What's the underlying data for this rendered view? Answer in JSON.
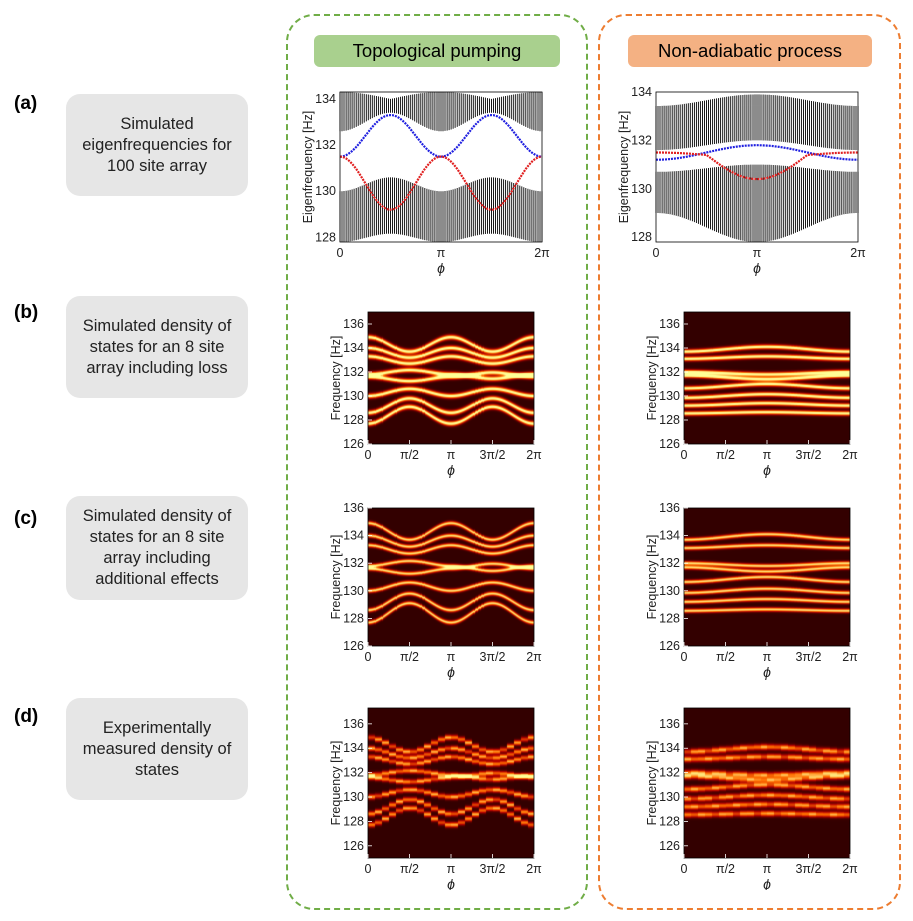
{
  "columns": {
    "left": {
      "title": "Topological pumping",
      "title_bg": "#a9d08e",
      "frame_color": "#70ad47"
    },
    "right": {
      "title": "Non-adiabatic process",
      "title_bg": "#f4b183",
      "frame_color": "#ed7d31"
    }
  },
  "rows": [
    {
      "label": "(a)",
      "description": "Simulated eigenfrequencies for 100 site array"
    },
    {
      "label": "(b)",
      "description": "Simulated density of states for an 8 site array including loss"
    },
    {
      "label": "(c)",
      "description": "Simulated density of states for an 8 site array including additional effects"
    },
    {
      "label": "(d)",
      "description": "Experimentally measured density of states"
    }
  ],
  "axes": {
    "x_label": "ϕ",
    "a_ylabel": "Eigenfrequency [Hz]",
    "dos_ylabel": "Frequency [Hz]",
    "a_xticks": [
      "0",
      "π",
      "2π"
    ],
    "dos_xticks": [
      "0",
      "π/2",
      "π",
      "3π/2",
      "2π"
    ],
    "a_yticks": [
      "128",
      "130",
      "132",
      "134"
    ],
    "dos_yticks": [
      "126",
      "128",
      "130",
      "132",
      "134",
      "136"
    ],
    "c_yticks": [
      "126",
      "128",
      "130",
      "132",
      "134",
      "136"
    ],
    "d_yticks": [
      "126",
      "128",
      "130",
      "132",
      "134",
      "136"
    ]
  },
  "colors": {
    "edge_upper": "#2020e0",
    "edge_lower": "#e02020",
    "bulk": "#000000",
    "heat_low": "#1a0000",
    "heat_high": "#ffff80"
  },
  "chart_data": [
    {
      "type": "line",
      "panel": "a-left",
      "xlabel": "ϕ",
      "ylabel": "Eigenfrequency [Hz]",
      "xlim": [
        0,
        6.2832
      ],
      "ylim": [
        127.8,
        134.3
      ]
    },
    {
      "type": "line",
      "panel": "a-right",
      "xlabel": "ϕ",
      "ylabel": "Eigenfrequency [Hz]",
      "xlim": [
        0,
        6.2832
      ],
      "ylim": [
        127.8,
        134
      ]
    },
    {
      "type": "heatmap",
      "panel": "b-left",
      "xlabel": "ϕ",
      "ylabel": "Frequency [Hz]",
      "xlim": [
        0,
        6.2832
      ],
      "ylim": [
        126,
        137
      ]
    },
    {
      "type": "heatmap",
      "panel": "b-right",
      "xlabel": "ϕ",
      "ylabel": "Frequency [Hz]",
      "xlim": [
        0,
        6.2832
      ],
      "ylim": [
        126,
        137
      ]
    },
    {
      "type": "heatmap",
      "panel": "c-left",
      "xlabel": "ϕ",
      "ylabel": "Frequency [Hz]",
      "xlim": [
        0,
        6.2832
      ],
      "ylim": [
        126,
        136
      ]
    },
    {
      "type": "heatmap",
      "panel": "c-right",
      "xlabel": "ϕ",
      "ylabel": "Frequency [Hz]",
      "xlim": [
        0,
        6.2832
      ],
      "ylim": [
        126,
        136
      ]
    },
    {
      "type": "heatmap",
      "panel": "d-left",
      "xlabel": "ϕ",
      "ylabel": "Frequency [Hz]",
      "xlim": [
        0,
        6.2832
      ],
      "ylim": [
        125,
        137.3
      ]
    },
    {
      "type": "heatmap",
      "panel": "d-right",
      "xlabel": "ϕ",
      "ylabel": "Frequency [Hz]",
      "xlim": [
        0,
        6.2832
      ],
      "ylim": [
        125,
        137.3
      ]
    }
  ]
}
